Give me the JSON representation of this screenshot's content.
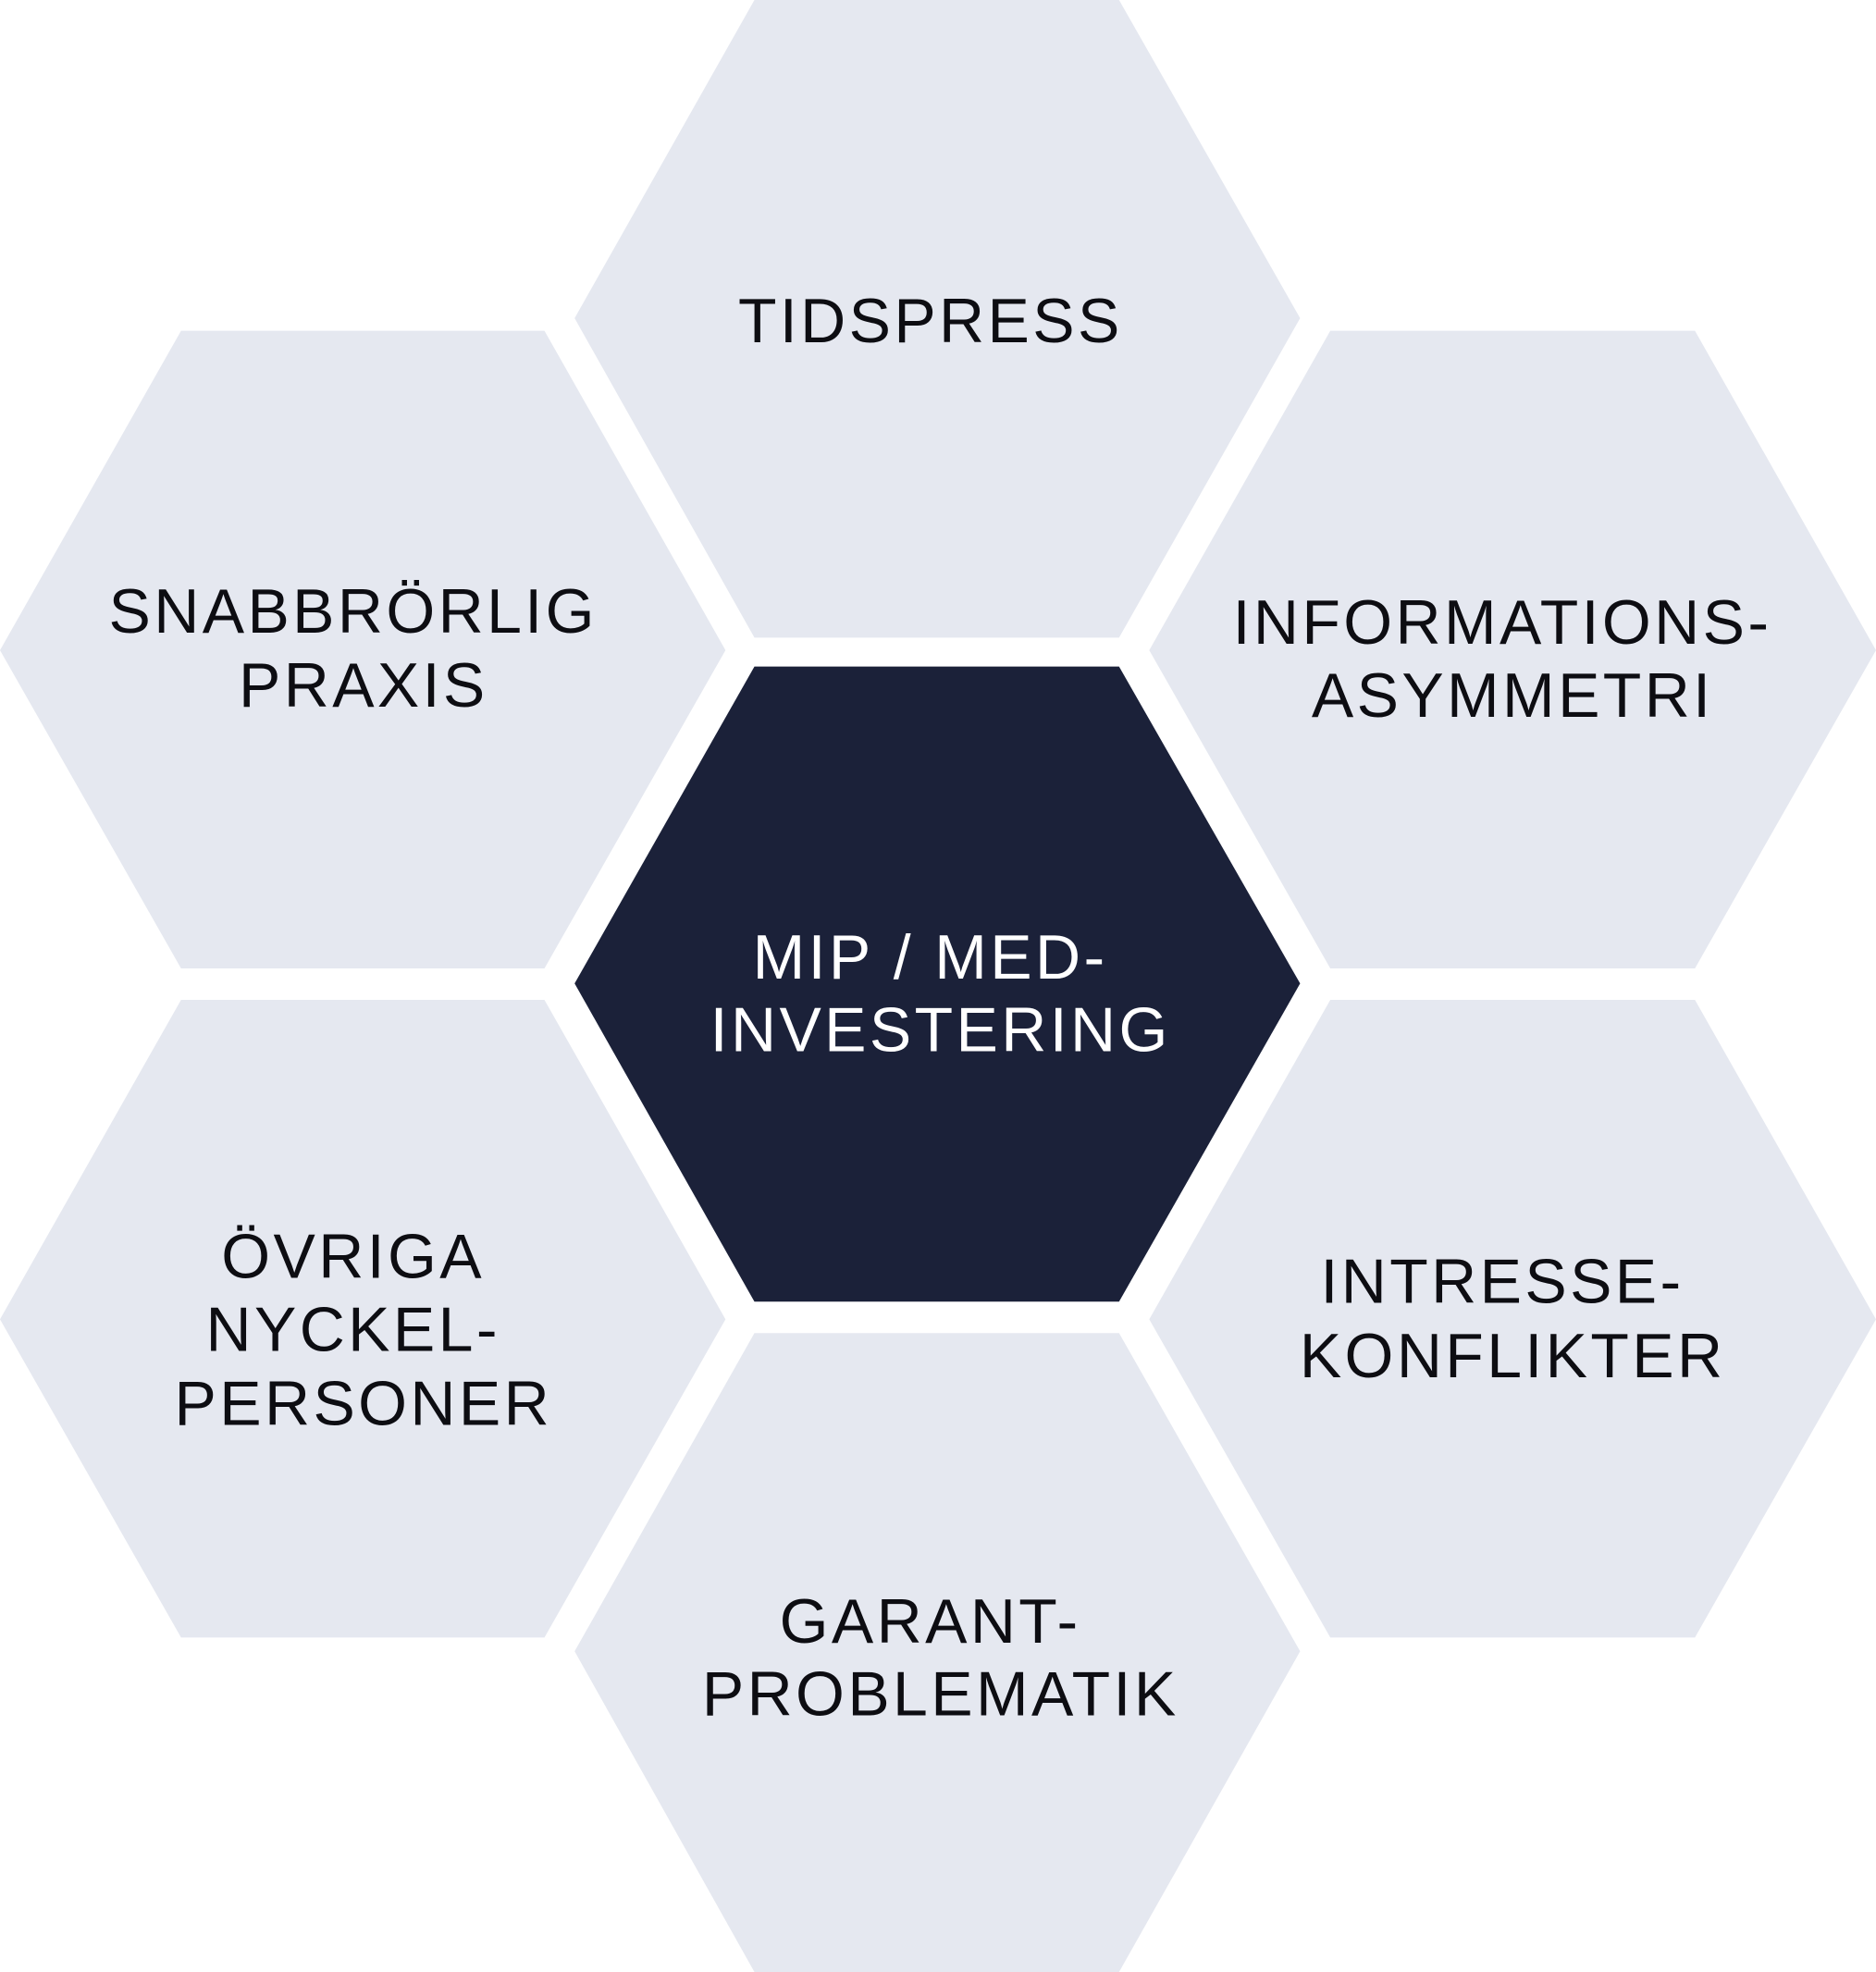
{
  "colors": {
    "outer_hex": "#e5e8f0",
    "center_hex": "#1b2139",
    "outer_text": "#0d0d12",
    "center_text": "#ffffff",
    "background": "#ffffff"
  },
  "center": {
    "lines": [
      "MIP / MED-",
      "INVESTERING"
    ]
  },
  "hexes": {
    "top": {
      "lines": [
        "TIDSPRESS"
      ]
    },
    "upper_left": {
      "lines": [
        "SNABBRÖRLIG",
        "PRAXIS"
      ]
    },
    "upper_right": {
      "lines": [
        "INFORMATIONS-",
        "ASYMMETRI"
      ]
    },
    "lower_left": {
      "lines": [
        "ÖVRIGA",
        "NYCKEL-",
        "PERSONER"
      ]
    },
    "lower_right": {
      "lines": [
        "INTRESSE-",
        "KONFLIKTER"
      ]
    },
    "bottom": {
      "lines": [
        "GARANT-",
        "PROBLEMATIK"
      ]
    }
  }
}
